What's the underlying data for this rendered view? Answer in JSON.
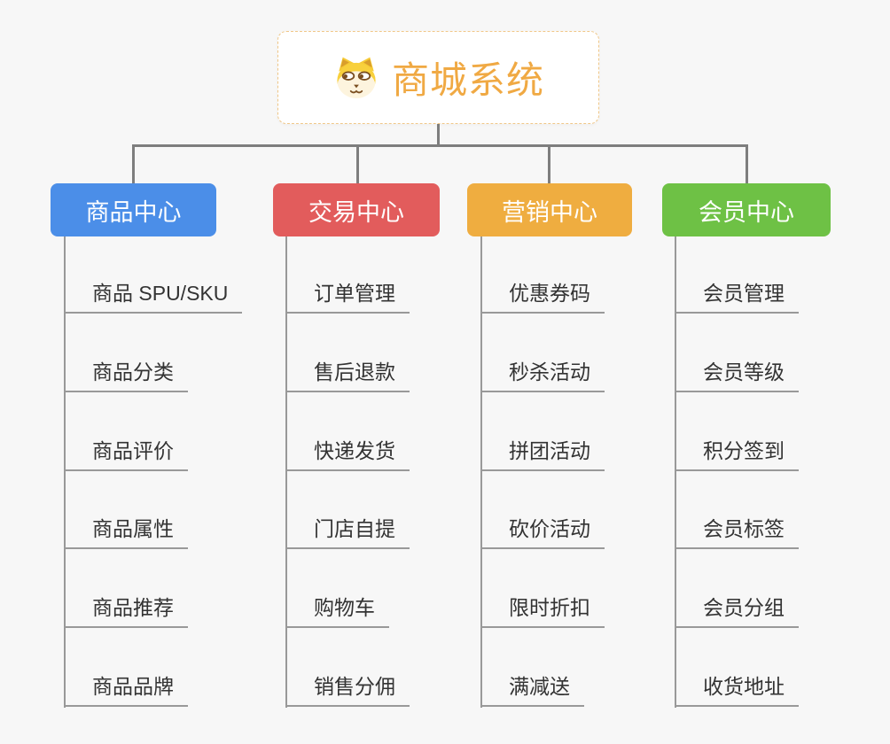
{
  "root": {
    "title": "商城系统",
    "icon": "dog-face-icon"
  },
  "branches": [
    {
      "label": "商品中心",
      "color": "#4b8ee8",
      "items": [
        "商品 SPU/SKU",
        "商品分类",
        "商品评价",
        "商品属性",
        "商品推荐",
        "商品品牌"
      ]
    },
    {
      "label": "交易中心",
      "color": "#e25c5c",
      "items": [
        "订单管理",
        "售后退款",
        "快递发货",
        "门店自提",
        "购物车",
        "销售分佣"
      ]
    },
    {
      "label": "营销中心",
      "color": "#efad40",
      "items": [
        "优惠券码",
        "秒杀活动",
        "拼团活动",
        "砍价活动",
        "限时折扣",
        "满减送"
      ]
    },
    {
      "label": "会员中心",
      "color": "#6ec145",
      "items": [
        "会员管理",
        "会员等级",
        "积分签到",
        "会员标签",
        "会员分组",
        "收货地址"
      ]
    }
  ],
  "colors": {
    "background": "#f7f7f7",
    "trunk_line": "#7e7e7e",
    "branch_line": "#999999",
    "root_border": "#f0c788",
    "root_title": "#f0a943",
    "item_text": "#333333"
  }
}
